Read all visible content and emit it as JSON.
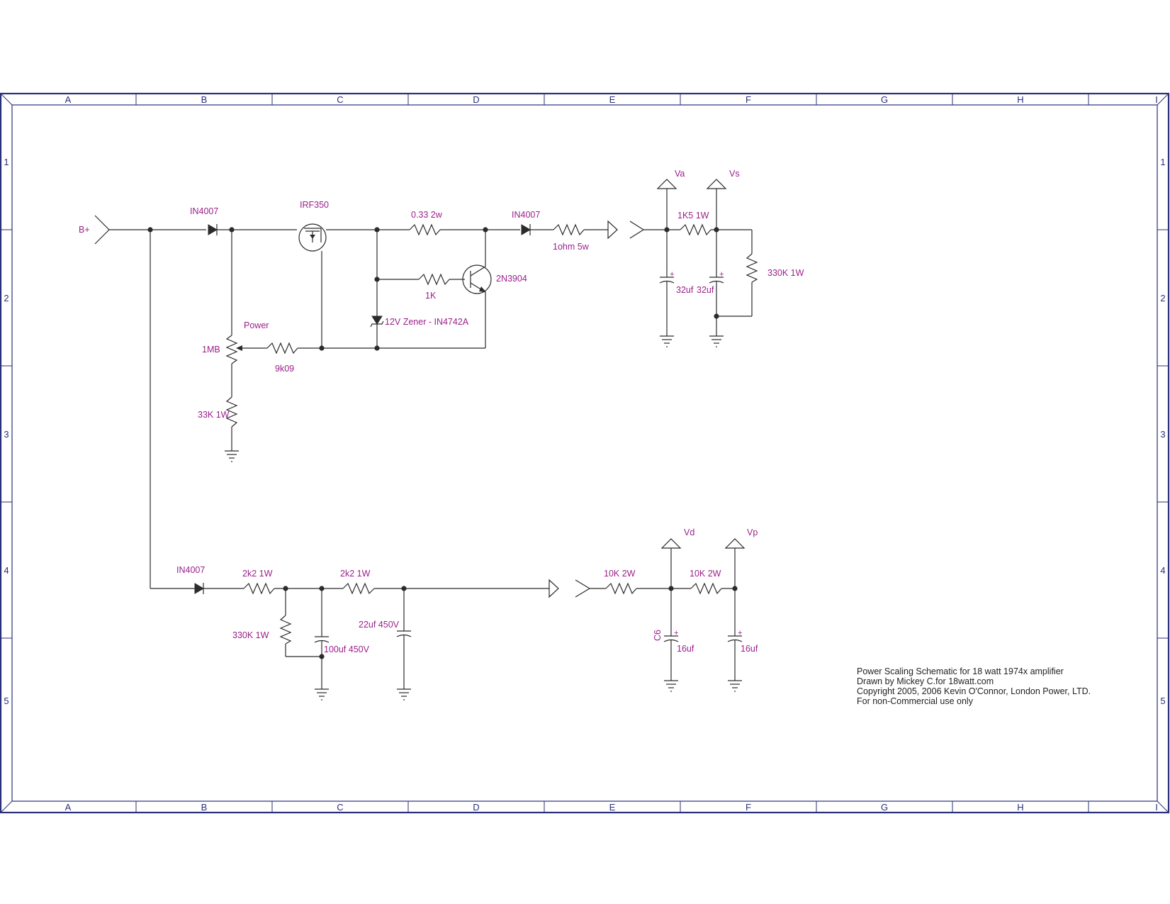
{
  "frame": {
    "columns": [
      "A",
      "B",
      "C",
      "D",
      "E",
      "F",
      "G",
      "H",
      "I"
    ],
    "rows": [
      "1",
      "2",
      "3",
      "4",
      "5"
    ],
    "border_color": "#2a2f7a"
  },
  "colors": {
    "label": "#9b1f8a",
    "wire": "#2b2b2b",
    "note": "#222222"
  },
  "labels": {
    "b_plus": "B+",
    "d1": "IN4007",
    "q1": "IRF350",
    "r_033": "0.33 2w",
    "d2": "IN4007",
    "r_1ohm": "1ohm  5w",
    "q2": "2N3904",
    "r_1k": "1K",
    "zener": "12V Zener - IN4742A",
    "power": "Power",
    "pot": "1MB",
    "r_9k09": "9k09",
    "r_33k": "33K 1W",
    "va": "Va",
    "vs": "Vs",
    "r_1k5": "1K5 1W",
    "r_330k_top": "330K 1W",
    "c_32a": "32uf",
    "c_32b": "32uf",
    "d3": "IN4007",
    "r_2k2_a": "2k2 1W",
    "r_2k2_b": "2k2 1W",
    "r_330k_bot": "330K 1W",
    "c_100": "100uf 450V",
    "c_22": "22uf 450V",
    "vd": "Vd",
    "vp": "Vp",
    "r_10k_a": "10K 2W",
    "r_10k_b": "10K 2W",
    "c6": "C6",
    "c_16a": "16uf",
    "c_16b": "16uf"
  },
  "title_block": {
    "line1": "Power Scaling Schematic for 18 watt 1974x  amplifier",
    "line2": "Drawn by Mickey C.for 18watt.com",
    "line3": "Copyright 2005, 2006 Kevin O'Connor, London Power, LTD.",
    "line4": "For non-Commercial use only"
  }
}
